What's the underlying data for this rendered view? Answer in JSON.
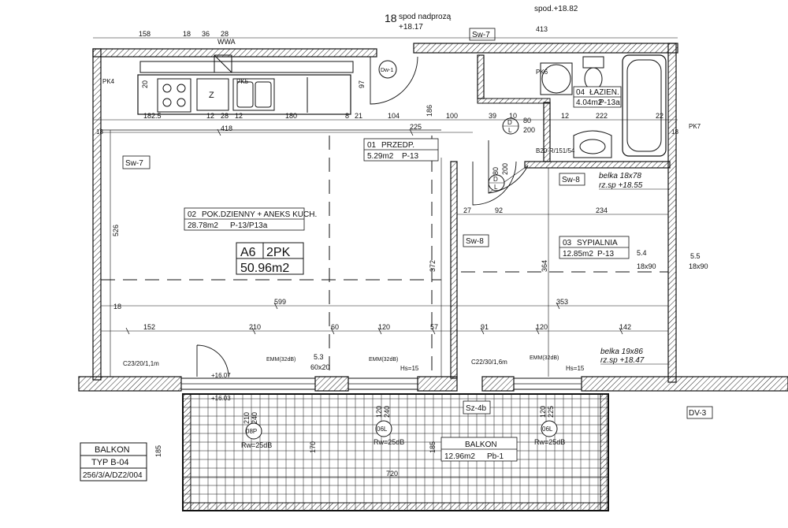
{
  "apartment": {
    "code": "A6",
    "type": "2PK",
    "area": "50.96m2"
  },
  "rooms": [
    {
      "id": "01",
      "name": "PRZEDP.",
      "area": "5.29m2",
      "finish": "P-13"
    },
    {
      "id": "02",
      "name": "POK.DZIENNY + ANEKS KUCH.",
      "area": "28.78m2",
      "finish": "P-13/P13a"
    },
    {
      "id": "03",
      "name": "SYPIALNIA",
      "area": "12.85m2",
      "finish": "P-13"
    },
    {
      "id": "04",
      "name": "ŁAZIEN.",
      "area": "4.04m2",
      "finish": "P-13a"
    }
  ],
  "balcony": {
    "name": "BALKON",
    "area": "12.96m2",
    "finish": "Pb-1"
  },
  "title_block": {
    "line1": "BALKON",
    "line2": "TYP B-04",
    "line3": "256/3/A/DZ2/004"
  },
  "wall_tags": {
    "sw7_top": "Sw-7",
    "sw7_left": "Sw-7",
    "sw8_right": "Sw-8",
    "sw8_mid": "Sw-8",
    "sz4b": "Sz-4b",
    "dv3": "DV-3"
  },
  "door_tags": {
    "d1": "D",
    "d1_note": "L",
    "d2": "D",
    "d2_note": "L",
    "dw": "Dw-1"
  },
  "window_tags": {
    "w1": "08P",
    "w2": "06L",
    "w3": "06L"
  },
  "sound_labels": {
    "r1": "Rw=25dB",
    "r2": "Rw=25dB",
    "r3": "Rw=25dB"
  },
  "emm_labels": {
    "e1": "EMM(32dB)",
    "e2": "EMM(32dB)",
    "e3": "EMM(32dB)"
  },
  "beam_notes": {
    "b1_name": "belka 18x78",
    "b1_level": "rz.sp +18.55",
    "b2_name": "belka 19x86",
    "b2_level": "rz.sp +18.47",
    "top_level": "spod.+18.82",
    "top_level2": "spod nadprozą",
    "top_level3": "+18.17"
  },
  "misc": {
    "wwa": "WWA",
    "pk4": "PK4",
    "pk5": "PK5",
    "pk6": "PK6",
    "pk7": "PK7",
    "z": "Z",
    "lintel_left": "C23/20/1,1m",
    "lintel_right": "C22/30/1,6m",
    "level1": "+16.07",
    "level2": "+16.03",
    "hs1": "Hs=15",
    "hs2": "Hs=15",
    "b20": "B20-R/151/54",
    "col1": "5.3",
    "col1b": "60x20",
    "col2": "5.4",
    "col2b": "18x90",
    "col3": "5.5",
    "col3b": "18x90",
    "top18": "18"
  },
  "dimensions": {
    "d158": "158",
    "d18a": "18",
    "d36": "36",
    "d28": "28",
    "d413": "413",
    "d1825": "182.5",
    "d12a": "12",
    "d28b": "28",
    "d12b": "12",
    "d180": "180",
    "d8": "8",
    "d21": "21",
    "d104": "104",
    "d100": "100",
    "d39": "39",
    "d10": "10",
    "d80a": "80",
    "d200a": "200",
    "d12c": "12",
    "d222": "222",
    "d22": "22",
    "d418": "418",
    "d225a": "225",
    "d186": "186",
    "d20a": "20",
    "d97": "97",
    "d526": "526",
    "d372": "372",
    "d364": "364",
    "d27": "27",
    "d92": "92",
    "d234": "234",
    "d80b": "80",
    "d200b": "200",
    "d18b": "18",
    "d599": "599",
    "d353": "353",
    "d152": "152",
    "d210a": "210",
    "d60": "60",
    "d120a": "120",
    "d57": "57",
    "d91": "91",
    "d120b": "120",
    "d142": "142",
    "d210b": "210",
    "d240": "240",
    "d120c": "120",
    "d240b": "240",
    "d120d": "120",
    "d225b": "225",
    "d185a": "185",
    "d170": "170",
    "d185b": "185",
    "d720": "720",
    "d18c": "18",
    "d18d": "18"
  }
}
